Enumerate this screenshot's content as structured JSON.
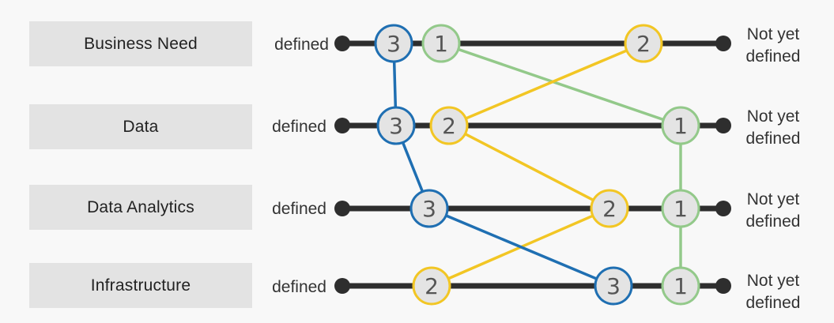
{
  "rows": [
    {
      "label": "Business Need",
      "left_label": "defined",
      "right_label_line1": "Not yet",
      "right_label_line2": "defined"
    },
    {
      "label": "Data",
      "left_label": "defined",
      "right_label_line1": "Not yet",
      "right_label_line2": "defined"
    },
    {
      "label": "Data Analytics",
      "left_label": "defined",
      "right_label_line1": "Not yet",
      "right_label_line2": "defined"
    },
    {
      "label": "Infrastructure",
      "left_label": "defined",
      "right_label_line1": "Not yet",
      "right_label_line2": "defined"
    }
  ],
  "colors": {
    "track": "#2e2e2e",
    "path_1": "#93c98a",
    "path_2": "#f2c624",
    "path_3": "#1f6fb2",
    "node_fill": "#e4e4e4",
    "label_bg": "#e3e3e3"
  },
  "paths": [
    {
      "id": "1",
      "color_key": "path_1",
      "nodes": [
        "1",
        "1",
        "1",
        "1"
      ]
    },
    {
      "id": "2",
      "color_key": "path_2",
      "nodes": [
        "2",
        "2",
        "2",
        "2"
      ]
    },
    {
      "id": "3",
      "color_key": "path_3",
      "nodes": [
        "3",
        "3",
        "3",
        "3"
      ]
    }
  ]
}
